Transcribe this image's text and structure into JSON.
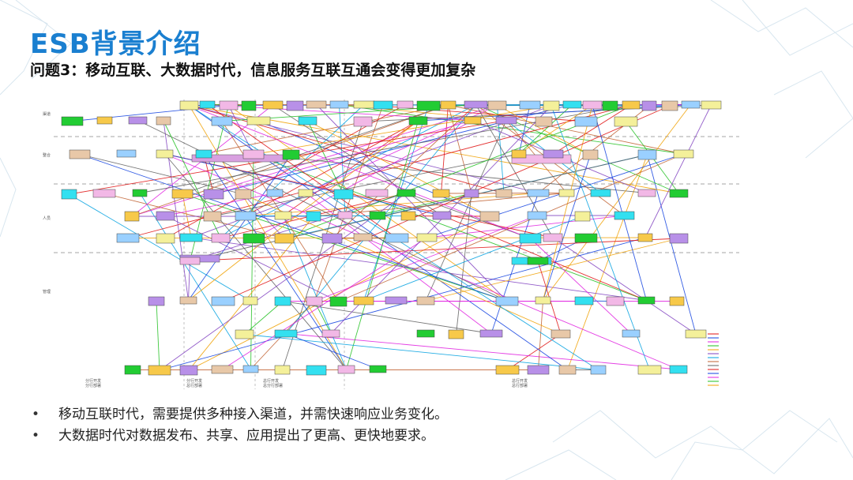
{
  "slide": {
    "title": "ESB背景介绍",
    "subtitle": "问题3：移动互联、大数据时代，信息服务互联互通会变得更加复杂",
    "bullets": [
      "移动互联时代，需要提供多种接入渠道，并需快速响应业务变化。",
      "大数据时代对数据发布、共享、应用提出了更高、更快地要求。"
    ]
  },
  "diagram": {
    "lane_labels": [
      "渠道",
      "整合",
      "人员",
      "管理"
    ],
    "group_labels": [
      [
        "分行开发",
        "分行部署"
      ],
      [
        "分行开发",
        "总行部署"
      ],
      [
        "总行开发",
        "总分行部署"
      ],
      [
        "总行开发",
        "总行部署"
      ]
    ]
  },
  "colors": {
    "title": "#1a7fd0",
    "line_palette": [
      "#e01010",
      "#1040e0",
      "#e020e0",
      "#20c020",
      "#f0a000",
      "#8040c0",
      "#00a0e0",
      "#c06030",
      "#606060"
    ],
    "box_palette": [
      "#f4f09a",
      "#33e0f0",
      "#f2b8e6",
      "#22cc33",
      "#f7c94a",
      "#b890e8",
      "#e8c8a8",
      "#9ad0ff"
    ]
  }
}
